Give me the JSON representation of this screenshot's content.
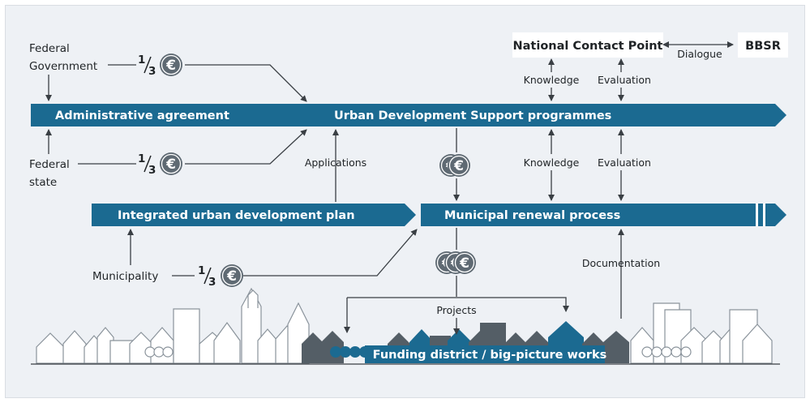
{
  "sources": {
    "federal_government": [
      "Federal",
      "Government"
    ],
    "federal_state": [
      "Federal",
      "state"
    ],
    "municipality": "Municipality"
  },
  "share": {
    "numerator": "1",
    "denominator": "3",
    "currency_symbol": "€"
  },
  "bars": {
    "administrative_agreement": "Administrative agreement",
    "urban_development": "Urban Development Support programmes",
    "integrated_plan": "Integrated urban development plan",
    "municipal_renewal": "Municipal renewal process",
    "funding_district": "Funding district / big-picture works"
  },
  "boxes": {
    "national_contact_point": "National Contact Point",
    "bbsr": "BBSR"
  },
  "flow_labels": {
    "dialogue": "Dialogue",
    "knowledge_top": "Knowledge",
    "evaluation_top": "Evaluation",
    "applications": "Applications",
    "knowledge_mid": "Knowledge",
    "evaluation_mid": "Evaluation",
    "documentation": "Documentation",
    "projects": "Projects"
  },
  "colors": {
    "bar_blue": "#1b6a91",
    "coin_grey": "#5f6a73",
    "house_dark": "#545e66",
    "house_blue": "#1b6a91",
    "line": "#3a3f44"
  }
}
